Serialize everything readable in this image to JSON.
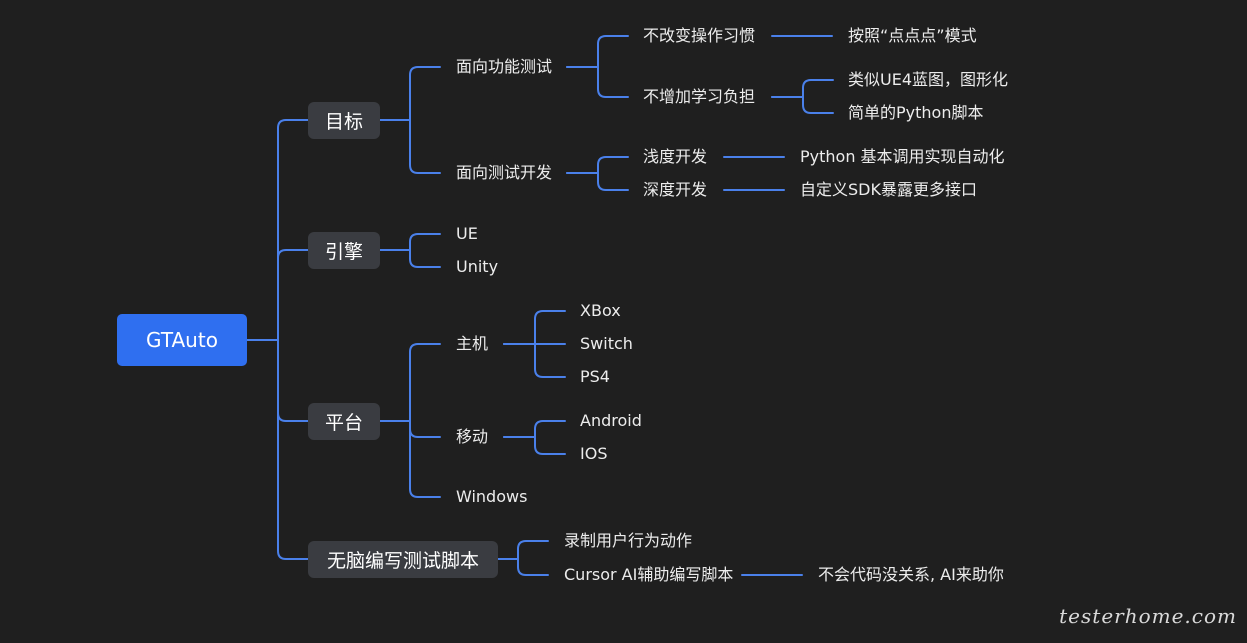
{
  "colors": {
    "background": "#1f1f1f",
    "connector": "#4a80ea",
    "root_fill": "#2f6ff0",
    "branch_fill": "#3a3c41",
    "text": "#ececec"
  },
  "mindmap": {
    "root": "GTAuto",
    "goal": {
      "label": "目标",
      "functional": {
        "label": "面向功能测试",
        "habit": {
          "label": "不改变操作习惯",
          "detail": "按照“点点点”模式"
        },
        "learning": {
          "label": "不增加学习负担",
          "details": [
            "类似UE4蓝图，图形化",
            "简单的Python脚本"
          ]
        }
      },
      "dev": {
        "label": "面向测试开发",
        "shallow": {
          "label": "浅度开发",
          "detail": "Python 基本调用实现自动化"
        },
        "deep": {
          "label": "深度开发",
          "detail": "自定义SDK暴露更多接口"
        }
      }
    },
    "engine": {
      "label": "引擎",
      "items": [
        "UE",
        "Unity"
      ]
    },
    "platform": {
      "label": "平台",
      "console": {
        "label": "主机",
        "items": [
          "XBox",
          "Switch",
          "PS4"
        ]
      },
      "mobile": {
        "label": "移动",
        "items": [
          "Android",
          "IOS"
        ]
      },
      "desktop": {
        "label": "Windows"
      }
    },
    "scripting": {
      "label": "无脑编写测试脚本",
      "record": {
        "label": "录制用户行为动作"
      },
      "ai": {
        "label": "Cursor AI辅助编写脚本",
        "detail": "不会代码没关系, AI来助你"
      }
    }
  },
  "watermark": "testerhome.com"
}
